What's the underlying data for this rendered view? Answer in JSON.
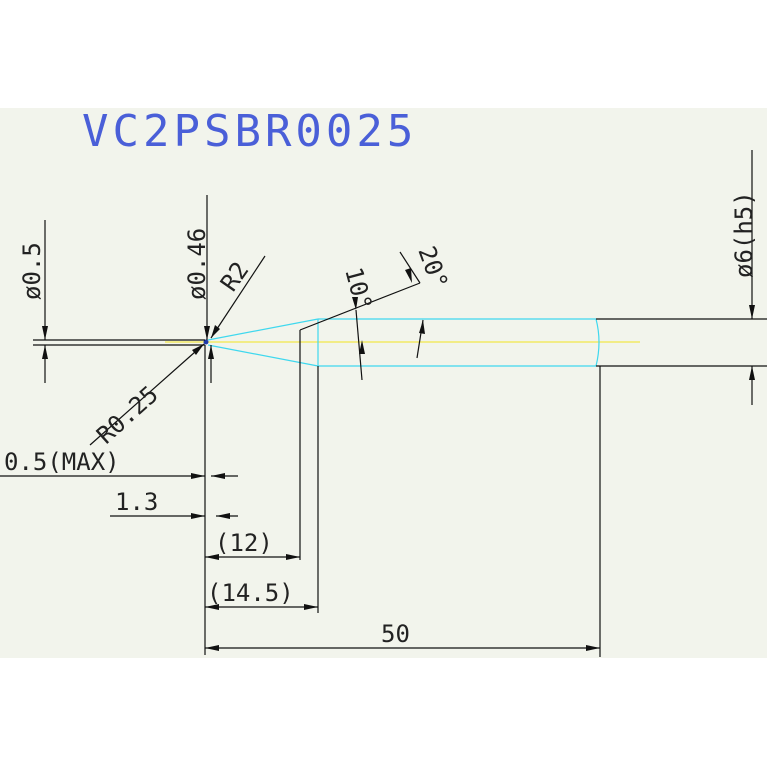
{
  "drawing": {
    "title": "VC2PSBR0025",
    "colors": {
      "paper": "#f2f4ec",
      "ink": "#111111",
      "title": "#4a5fd8",
      "tool_outline": "#3fd8ee",
      "centerline": "#f1e84a"
    },
    "dimensions": {
      "dia_tip": "ø0.5",
      "dia_neck": "ø0.46",
      "radius_neck": "R2",
      "radius_ball": "R0.25",
      "angle_10": "10°",
      "angle_20": "20°",
      "dia_shank": "ø6(h5)",
      "length_max": "0.5(MAX)",
      "length_neck": "1.3",
      "length_12": "(12)",
      "length_14_5": "(14.5)",
      "length_total": "50"
    }
  }
}
